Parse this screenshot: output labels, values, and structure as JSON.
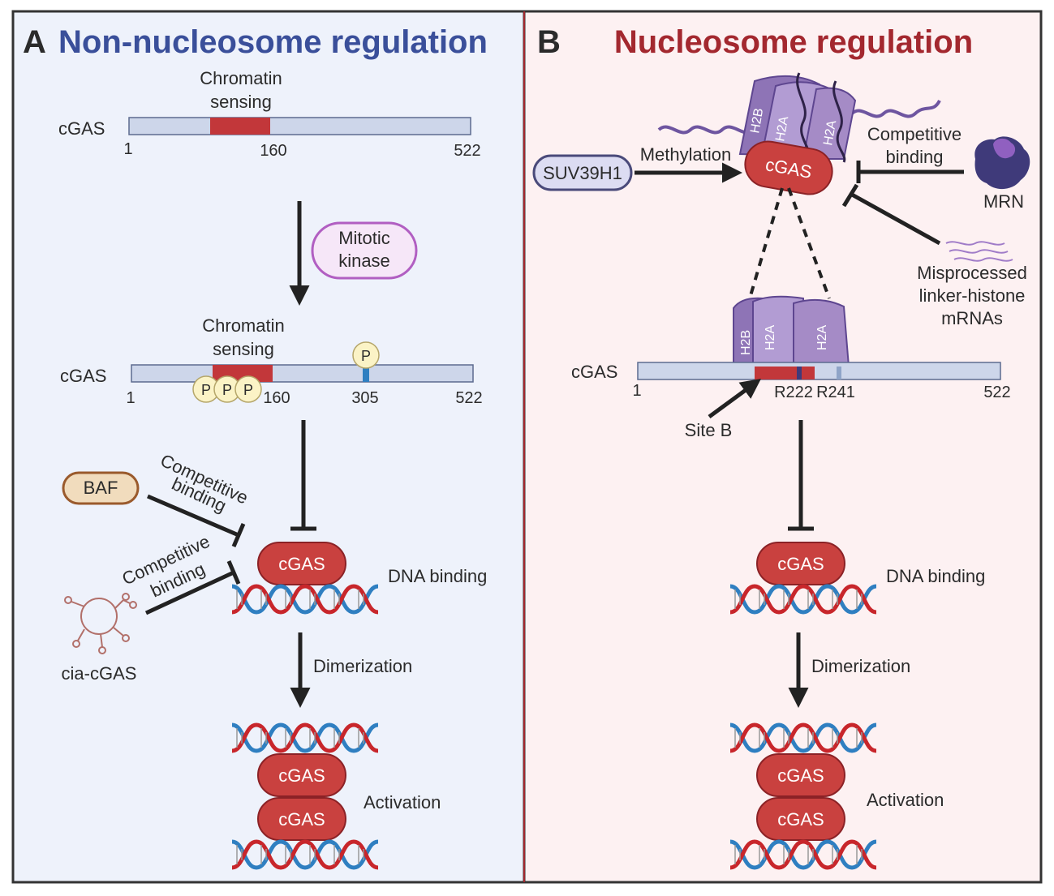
{
  "panel_a": {
    "letter": "A",
    "title": "Non-nucleosome regulation",
    "chromatin_label_1": "Chromatin",
    "chromatin_label_2": "sensing",
    "cgas_label": "cGAS",
    "tick_1": "1",
    "tick_160": "160",
    "tick_522": "522",
    "tick_305": "305",
    "mitotic_1": "Mitotic",
    "mitotic_2": "kinase",
    "phospho": "P",
    "baf": "BAF",
    "competitive": "Competitive",
    "binding": "binding",
    "cia_cgas": "cia-cGAS",
    "cgas": "cGAS",
    "dna_binding": "DNA binding",
    "dimerization": "Dimerization",
    "activation": "Activation"
  },
  "panel_b": {
    "letter": "B",
    "title": "Nucleosome regulation",
    "suv": "SUV39H1",
    "methylation": "Methylation",
    "competitive": "Competitive",
    "binding": "binding",
    "mrn": "MRN",
    "mis_1": "Misprocessed",
    "mis_2": "linker-histone",
    "mis_3": "mRNAs",
    "h2b": "H2B",
    "h2a": "H2A",
    "cgas_label": "cGAS",
    "tick_1": "1",
    "r222": "R222",
    "r241": "R241",
    "tick_522": "522",
    "site_b": "Site B",
    "cgas": "cGAS",
    "dna_binding": "DNA binding",
    "dimerization": "Dimerization",
    "activation": "Activation"
  },
  "colors": {
    "title_a": "#3a4f9a",
    "title_b": "#a3282f",
    "panel_a_bg": "#eef2fb",
    "panel_b_bg": "#fdf1f2",
    "bar_fill": "#cdd6ea",
    "chromatin_region": "#c2373a",
    "cgas_blob": "#c9413f",
    "dna_red": "#c8262b",
    "dna_blue": "#2f7fc1",
    "histone": "#a58bc6",
    "mitotic_fill": "#f6e7f8",
    "mitotic_stroke": "#b15fc2",
    "baf_fill": "#f1dcbd",
    "baf_stroke": "#9a5a2c",
    "suv_fill": "#dcdcf2",
    "phospho_fill": "#fbf3c6"
  }
}
